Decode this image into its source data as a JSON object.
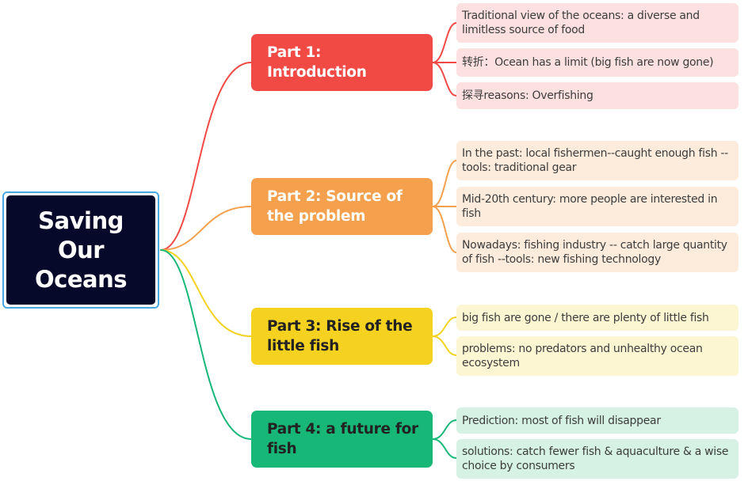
{
  "colors": {
    "root_fill": "#07092a",
    "root_border": "#4aa8e0",
    "part1": "#f14a45",
    "part2": "#f4a04d",
    "part3": "#f4d21f",
    "part4": "#17b877",
    "leaf1": "#fde0e0",
    "leaf2": "#fdecdc",
    "leaf3": "#fdf6d2",
    "leaf4": "#d6f2e4"
  },
  "root": {
    "title": "Saving Our Oceans"
  },
  "parts": [
    {
      "label": "Part 1: Introduction",
      "leaves": [
        "Traditional view of the oceans: a diverse and limitless source of food",
        "转折：Ocean has a limit  (big fish are now gone)",
        "探寻reasons: Overfishing"
      ]
    },
    {
      "label": "Part 2: Source of the problem",
      "leaves": [
        "In the past: local fishermen--caught enough fish -- tools: traditional gear",
        "Mid-20th century: more people are interested in fish",
        "Nowadays: fishing industry -- catch large quantity of fish --tools: new fishing technology"
      ]
    },
    {
      "label": "Part 3: Rise of the little fish",
      "leaves": [
        "big fish are gone / there are plenty of little fish",
        "problems: no predators and unhealthy ocean ecosystem"
      ]
    },
    {
      "label": "Part 4: a future for fish",
      "leaves": [
        "Prediction: most of fish will disappear",
        "solutions: catch fewer fish & aquaculture & a wise choice by consumers"
      ]
    }
  ]
}
